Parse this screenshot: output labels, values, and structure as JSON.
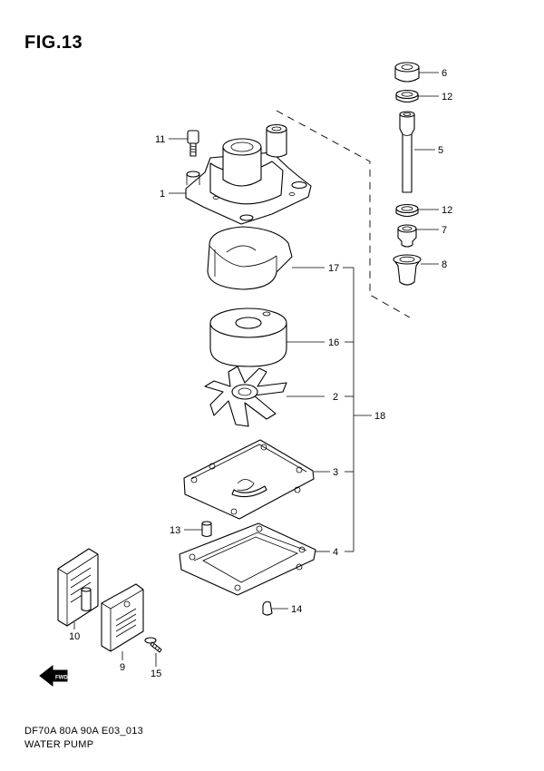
{
  "figure_title": "FIG.13",
  "footer": {
    "model_code": "DF70A 80A 90A E03_013",
    "section_name": "WATER PUMP"
  },
  "fwd_arrow_label": "FWD",
  "callouts": {
    "p6": "6",
    "p12a": "12",
    "p5": "5",
    "p12b": "12",
    "p7": "7",
    "p8": "8",
    "p11": "11",
    "p1": "1",
    "p17": "17",
    "p16": "16",
    "p2": "2",
    "p18": "18",
    "p3": "3",
    "p13": "13",
    "p4": "4",
    "p14": "14",
    "p10": "10",
    "p9": "9",
    "p15": "15"
  }
}
